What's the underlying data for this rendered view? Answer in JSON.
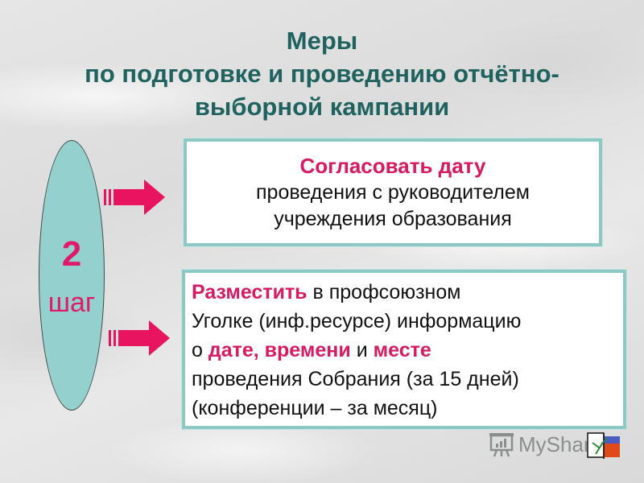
{
  "title": {
    "lines": [
      "Меры",
      "по подготовке и проведению отчётно-",
      "выборной кампании"
    ]
  },
  "step": {
    "number": "2",
    "word": "шаг"
  },
  "box1": {
    "heading": "Согласовать дату",
    "lines": [
      "проведения с руководителем",
      "учреждения образования"
    ]
  },
  "box2": {
    "line1_highlight": "Разместить",
    "line1_rest": " в профсоюзном",
    "line2": "Уголке (инф.ресурсе) информацию",
    "line3_prefix": "о ",
    "line3_hl1": "дате, времени",
    "line3_mid": " и ",
    "line3_hl2": "месте",
    "line4": "проведения Собрания (за 15 дней)",
    "line5": "(конференции – за месяц)"
  },
  "watermark": {
    "text": "MyShare",
    "icon": "presentation-board-icon",
    "book_icon": "book-flag-icon"
  },
  "colors": {
    "title": "#1f6260",
    "accent": "#d61a63",
    "ellipse_fill": "#94d0cd",
    "box_border": "#8ec8c4",
    "arrow": "#e8145f"
  }
}
